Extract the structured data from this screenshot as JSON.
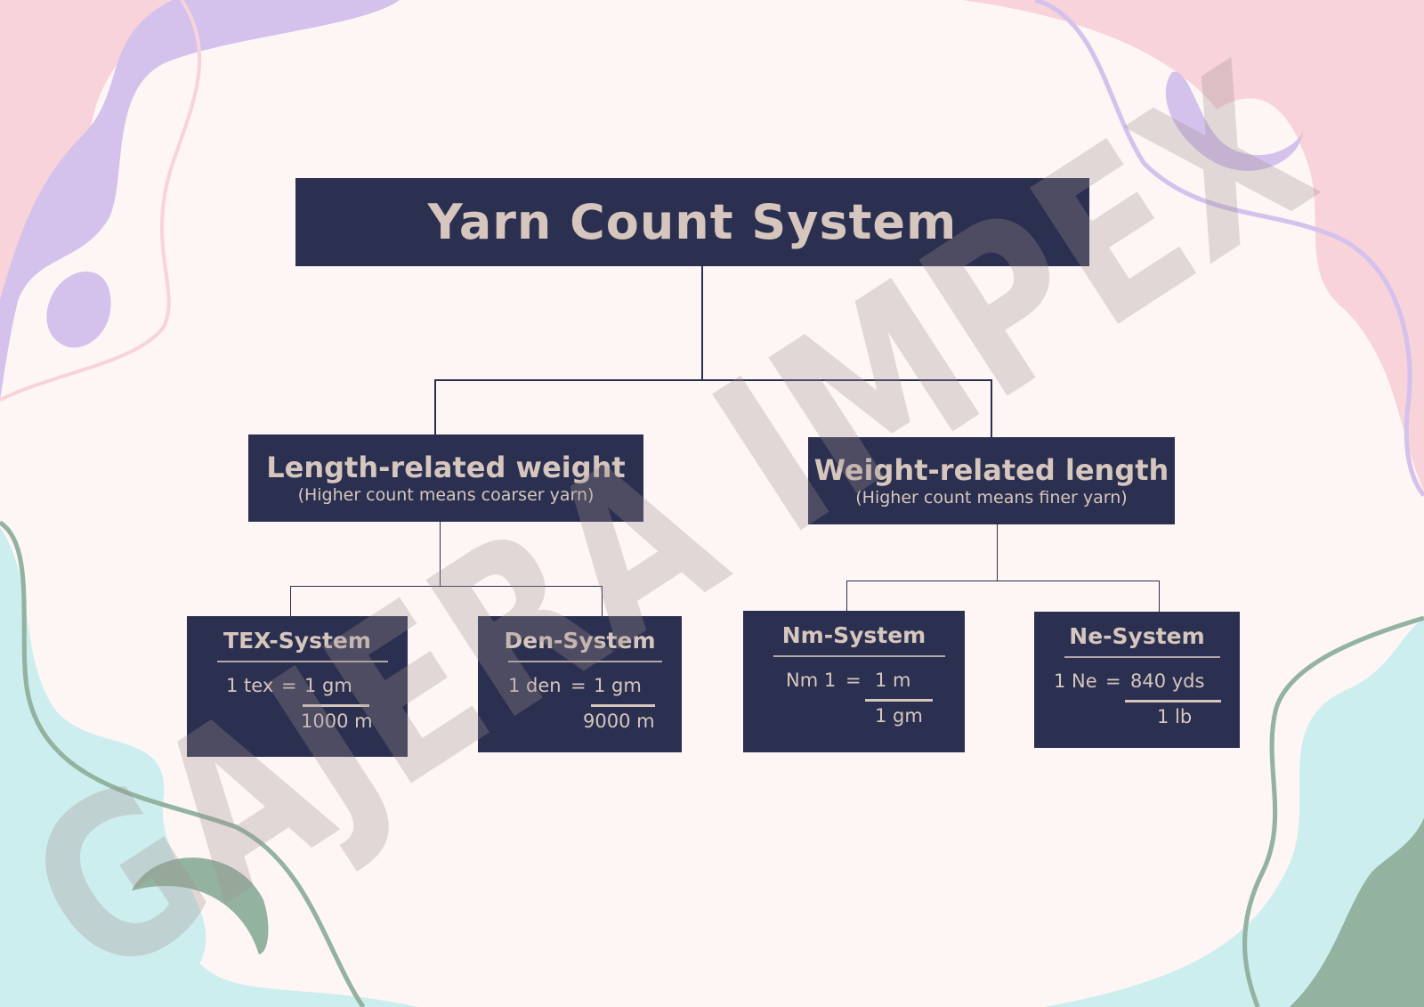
{
  "title": "Yarn Count System",
  "watermark": "GAJERA IMPEX",
  "colors": {
    "box": "#2b3050",
    "text": "#d6c6bd",
    "background": "#fdf6f5",
    "pink": "#f8d3da",
    "lavender": "#d4c2ec",
    "cyan": "#cdeeee",
    "sage": "#93b3a0"
  },
  "branches": [
    {
      "heading": "Length-related weight",
      "note": "(Higher count means coarser yarn)"
    },
    {
      "heading": "Weight-related length",
      "note": "(Higher count means finer yarn)"
    }
  ],
  "systems": [
    {
      "name": "TEX-System",
      "lhs": "1 tex",
      "eq": "=",
      "numerator": "1 gm",
      "denominator": "1000 m"
    },
    {
      "name": "Den-System",
      "lhs": "1 den",
      "eq": "=",
      "numerator": "1 gm",
      "denominator": "9000 m"
    },
    {
      "name": "Nm-System",
      "lhs": "Nm 1",
      "eq": "=",
      "numerator": "1 m",
      "denominator": "1 gm"
    },
    {
      "name": "Ne-System",
      "lhs": "1 Ne",
      "eq": "=",
      "numerator": "840 yds",
      "denominator": "1 lb"
    }
  ]
}
